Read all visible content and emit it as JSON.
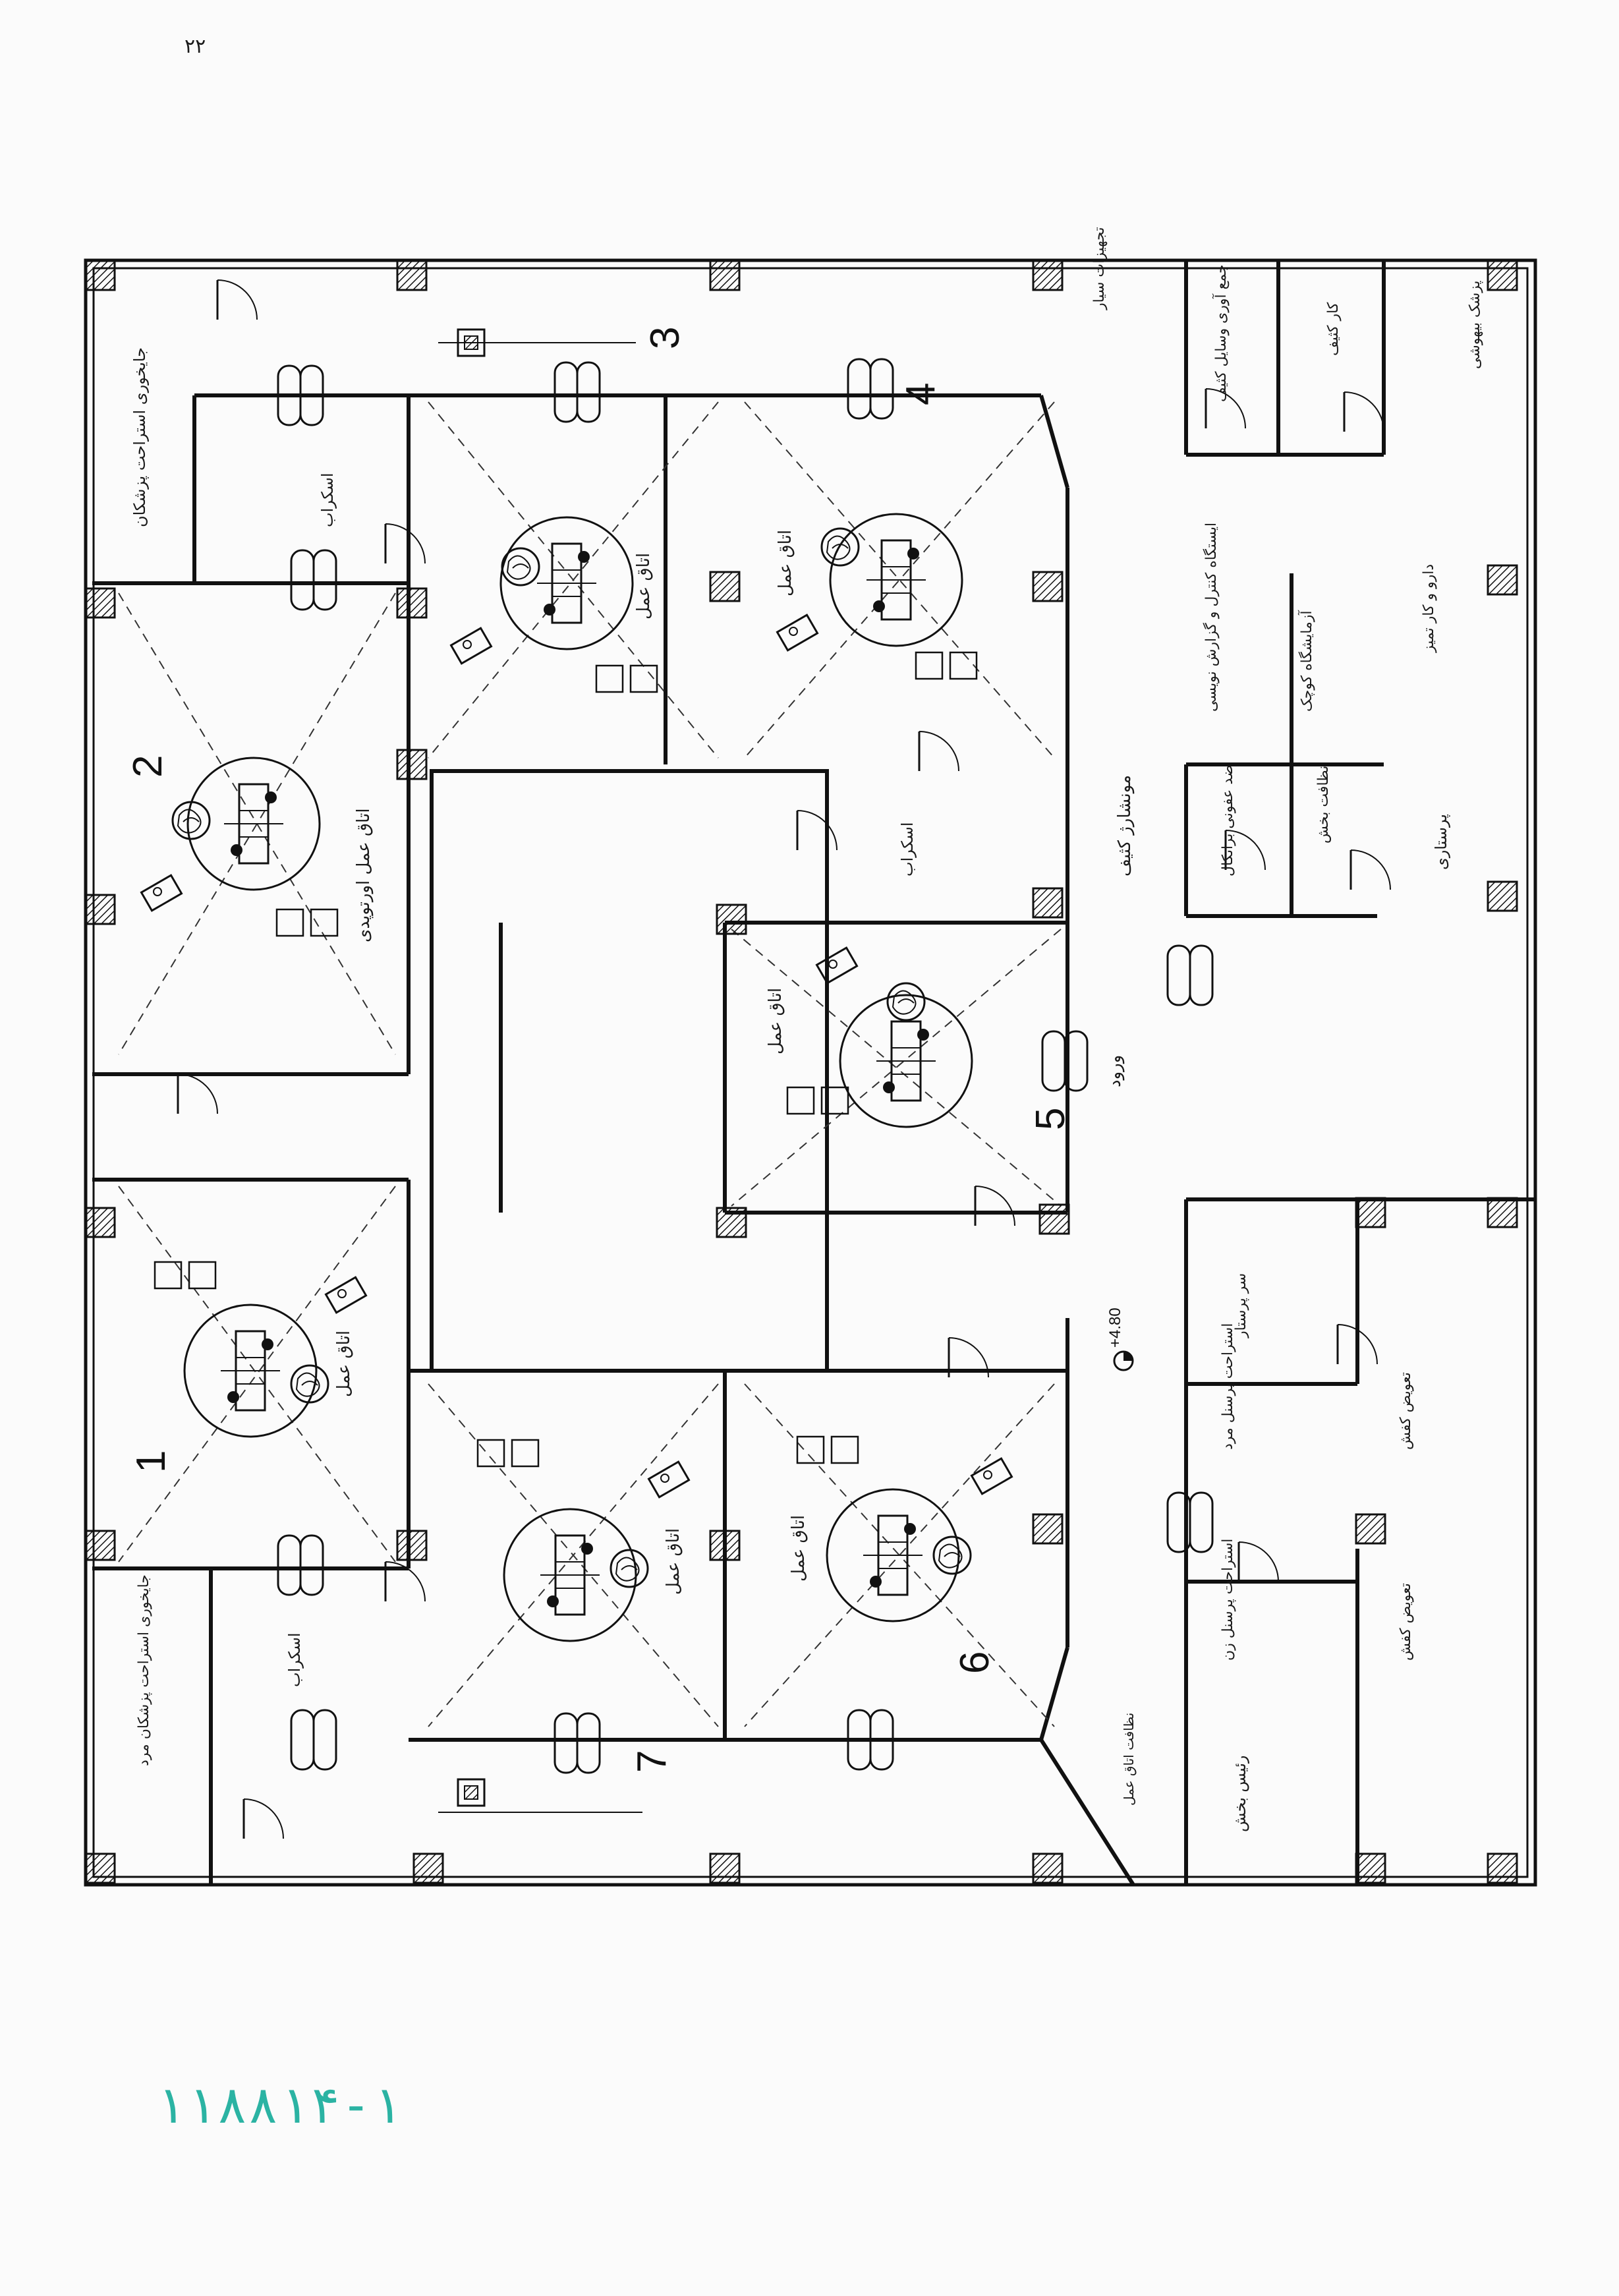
{
  "document": {
    "scan_number": "۱۱۸۸۱۴-۱",
    "top_mark": "۲۲"
  },
  "rooms": {
    "dining_rest_surgeons": "جایخوری استراحت پزشکان",
    "scrub_top": "اسکراب",
    "or_2": "اتاق عمل اورتوپدی",
    "or_3": "اتاق عمل",
    "or_4": "اتاق عمل",
    "or_1": "اتاق عمل",
    "or_5": "اتاق عمل",
    "or_6": "اتاق عمل",
    "or_7": "اتاق عمل",
    "scrub_bottom": "اسکراب",
    "dining_rest_male": "جایخوری استراحت پزشکان مرد",
    "scrub_mid": "اسکراب",
    "dirty_corridor": "مونشارژ کثیف",
    "mobile_equipment": "تجهیزات سیار",
    "collection_dirty": "جمع آوری وسایل کثیف",
    "dirty_work": "کار کثیف",
    "anesthesia_doctor": "پزشک بیهوشی",
    "control_station": "ایستگاه کنترل و گزارش نویسی",
    "small_lab": "آزمایشگاه کوچک",
    "clean_work": "دارو و کار تمیز",
    "sterile_storage": "ضد عفونی برانکال",
    "ward_cleaning": "نظافت بخش",
    "nursing": "پرستاری",
    "head_nurse": "سر پرستار",
    "rest_male_staff": "استراحت پرسنل مرد",
    "change_shoes_1": "تعویض کفش",
    "change_shoes_2": "تعویض کفش",
    "rest_female_staff": "استراحت پرسنل زن",
    "ward_head": "رئیس بخش",
    "or_cleaning": "نظافت اتاق عمل"
  },
  "room_numbers": [
    "1",
    "2",
    "3",
    "4",
    "5",
    "6",
    "7"
  ],
  "annotations": {
    "level": "+4.80",
    "entrance": "ورود"
  }
}
